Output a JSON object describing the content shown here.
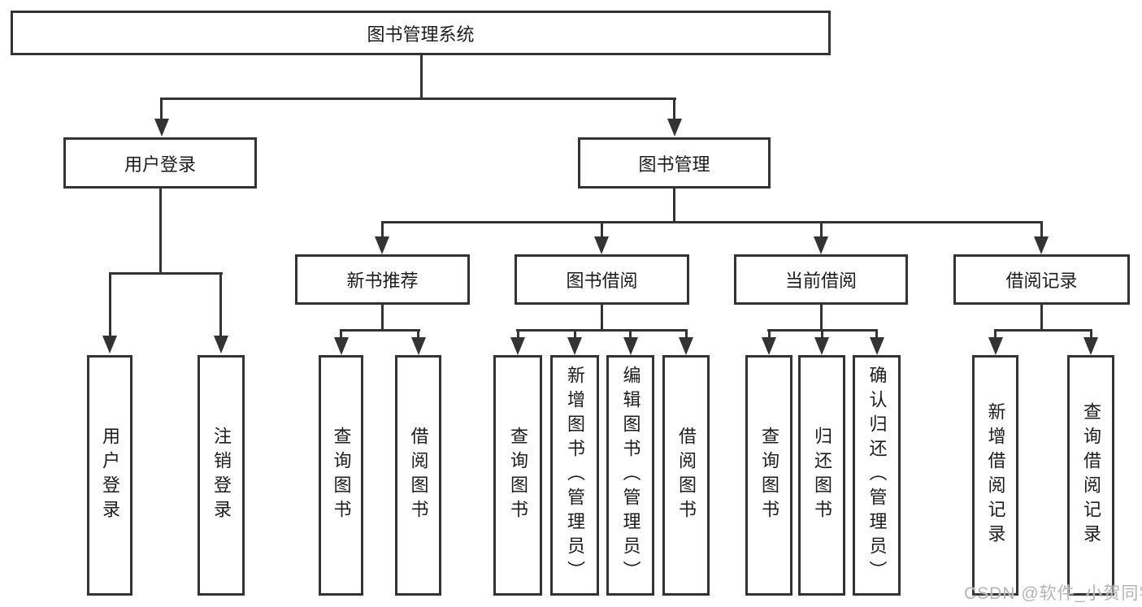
{
  "diagram": {
    "title": "图书管理系统",
    "branches": {
      "user": {
        "label": "用户登录",
        "children": [
          "用户登录",
          "注销登录"
        ]
      },
      "books": {
        "label": "图书管理",
        "sections": [
          {
            "label": "新书推荐",
            "children": [
              "查询图书",
              "借阅图书"
            ]
          },
          {
            "label": "图书借阅",
            "children": [
              "查询图书",
              "新增图书（管理员）",
              "编辑图书（管理员）",
              "借阅图书"
            ]
          },
          {
            "label": "当前借阅",
            "children": [
              "查询图书",
              "归还图书",
              "确认归还（管理员）"
            ]
          },
          {
            "label": "借阅记录",
            "children": [
              "新增借阅记录",
              "查询借阅记录"
            ]
          }
        ]
      }
    }
  },
  "watermark": {
    "text": "CSDN @软件_小贺同学"
  },
  "colors": {
    "line": "#333333",
    "text": "#1c1c1c",
    "background": "#ffffff",
    "watermark": "#b4b4b4"
  }
}
